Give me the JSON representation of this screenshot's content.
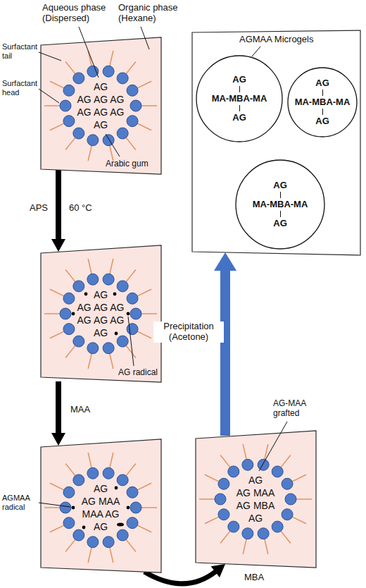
{
  "diagram": {
    "nodes": [
      {
        "text": [
          "AG",
          "AG AG AG",
          "AG AG AG",
          "AG"
        ]
      },
      {
        "text": [
          "AG",
          "AG AG AG",
          "AG AG AG",
          "AG"
        ]
      },
      {
        "text": [
          "AG",
          "AG MAA",
          "MAA AG",
          "AG"
        ]
      },
      {
        "text": [
          "AG",
          "AG MAA",
          "AG MBA",
          "AG"
        ]
      },
      {
        "text": [
          "AGMAA Microgels"
        ]
      },
      {
        "text": [
          "AG",
          "MA-MBA-MA",
          "AG"
        ],
        "in": 4
      },
      {
        "text": [
          "AG",
          "MA-MBA-MA",
          "AG"
        ],
        "in": 4
      },
      {
        "text": [
          "AG",
          "MA-MBA-MA",
          "AG"
        ],
        "in": 4
      }
    ],
    "edges": [
      {
        "from": 0,
        "to": 1,
        "arrow": "to",
        "label": "APS"
      },
      {
        "from": 1,
        "to": 2,
        "arrow": "to",
        "label": "MAA"
      },
      {
        "from": 2,
        "to": 3,
        "arrow": "to",
        "label": "MBA"
      },
      {
        "from": 3,
        "to": 4,
        "arrow": "to",
        "label": "Precipitation (Acetone)"
      }
    ],
    "labels": [
      "Aqueous phase (Dispersed)",
      "Organic phase (Hexane)",
      "Surfactant tail",
      "Surfactant head",
      "Arabic gum",
      "60 °C",
      "AG radical",
      "AGMAA radical",
      "AG-MAA grafted"
    ]
  }
}
